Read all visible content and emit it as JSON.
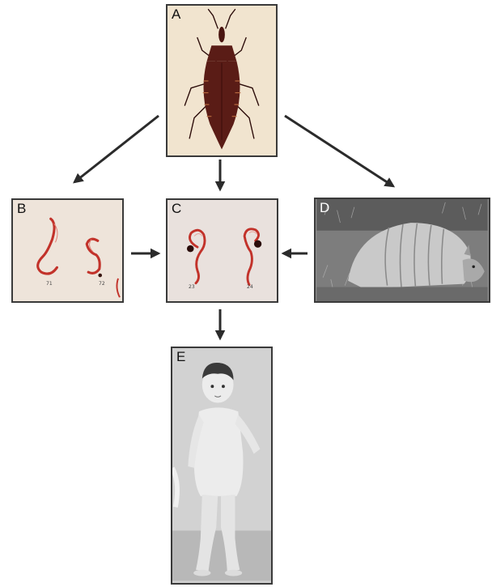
{
  "panels": {
    "a": {
      "letter": "A"
    },
    "b": {
      "letter": "B",
      "labels": [
        "71",
        "72"
      ]
    },
    "c": {
      "letter": "C",
      "labels": [
        "23",
        "24"
      ]
    },
    "d": {
      "letter": "D"
    },
    "e": {
      "letter": "E"
    }
  },
  "colors": {
    "arrow": "#2b2b2b",
    "panel_border": "#3a3a3a",
    "insect": "#5a1c16",
    "parasite_stain": "#c2322a"
  }
}
